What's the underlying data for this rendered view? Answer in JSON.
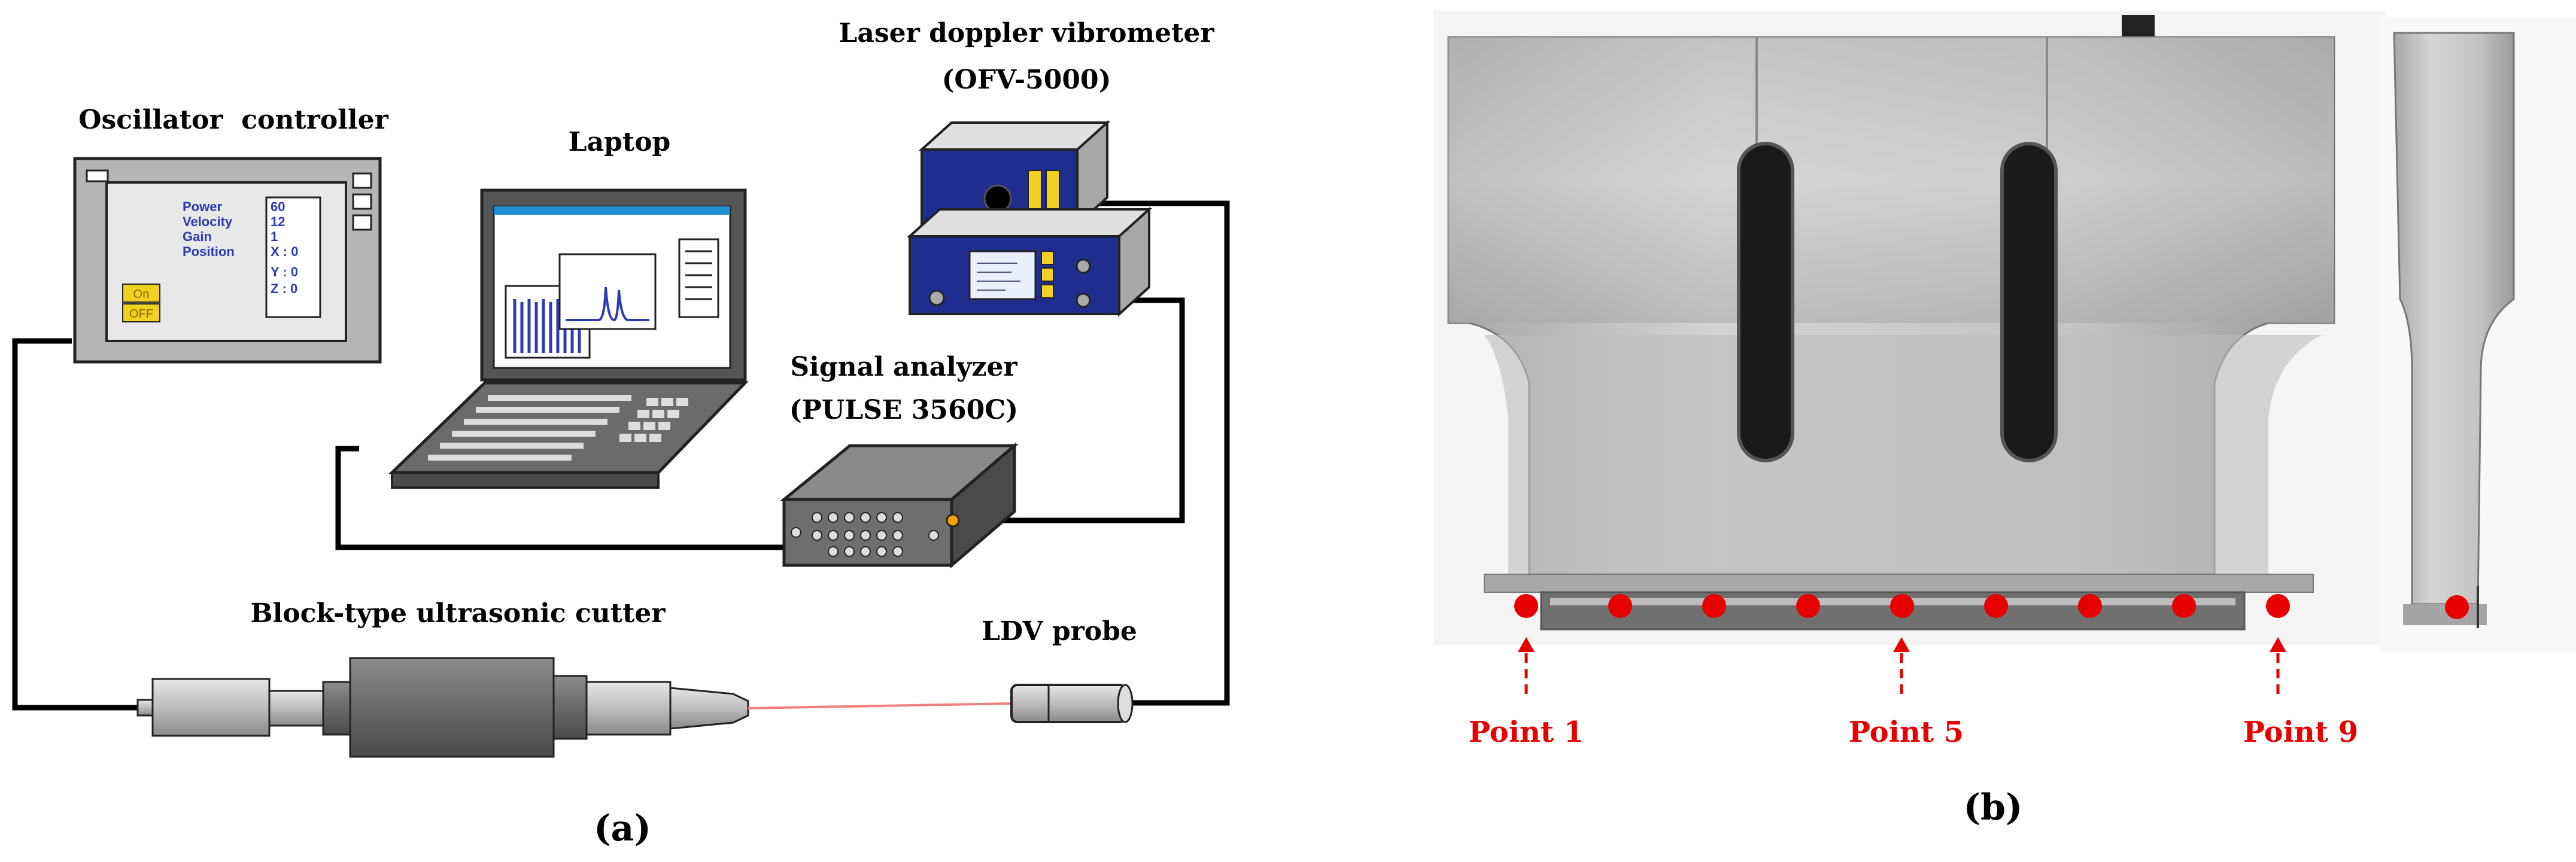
{
  "panel_a": {
    "caption_open": "(",
    "caption_letter": "a",
    "caption_close": ")",
    "labels": {
      "oscillator": "Oscillator  controller",
      "laptop": "Laptop",
      "ldv_line1": "Laser doppler vibrometer",
      "ldv_line2": "(OFV-5000)",
      "analyzer_line1": "Signal analyzer",
      "analyzer_line2": "(PULSE 3560C)",
      "cutter": "Block-type ultrasonic cutter",
      "probe": "LDV probe"
    },
    "oscillator_screen": {
      "params": [
        "Power",
        "Velocity",
        "Gain",
        "Position"
      ],
      "values": [
        "60",
        "12",
        "1",
        "X : 0",
        "Y : 0",
        "Z : 0"
      ],
      "on_label": "On",
      "off_label": "OFF"
    },
    "colors": {
      "device_gray": "#c8c8c8",
      "panel_navy": "#1f2d8f",
      "cable": "#000000",
      "laser": "#f08080",
      "text_blue": "#2e3bb0",
      "button_yellow": "#f0d020"
    }
  },
  "panel_b": {
    "caption_open": "(",
    "caption_letter": "b",
    "caption_close": ")",
    "points": [
      "Point 1",
      "Point 5",
      "Point 9"
    ],
    "colors": {
      "marker_red": "#e60000",
      "metal_light": "#c9c9c9",
      "metal_dark": "#8e8e8e"
    }
  }
}
